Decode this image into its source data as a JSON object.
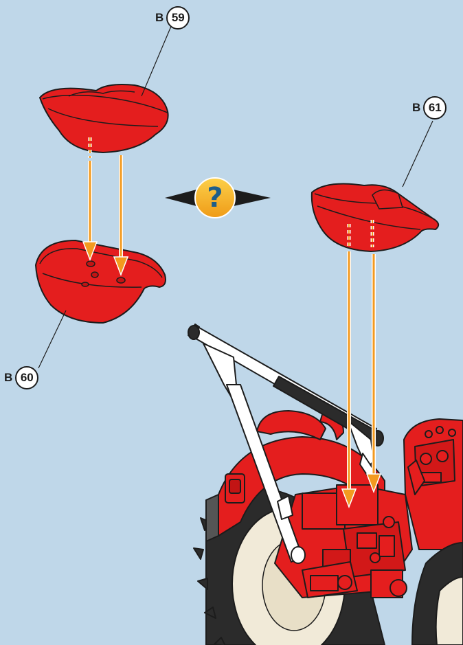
{
  "callouts": {
    "part_59": {
      "prefix": "B",
      "number": "59"
    },
    "part_60": {
      "prefix": "B",
      "number": "60"
    },
    "part_61": {
      "prefix": "B",
      "number": "61"
    }
  },
  "alternative_marker": {
    "symbol": "?"
  },
  "colors": {
    "background": "#bfd7e9",
    "part_red": "#e41e1e",
    "arrow_orange": "#f39a1f",
    "marker_yellow": "#f8b41c",
    "outline": "#1c1c1c",
    "tire": "#2b2b2b",
    "wheel_rim": "#f1ead8"
  },
  "icons": [
    "seat-part-icon",
    "assembly-arrow-icon",
    "question-mark-icon",
    "tractor-icon"
  ]
}
